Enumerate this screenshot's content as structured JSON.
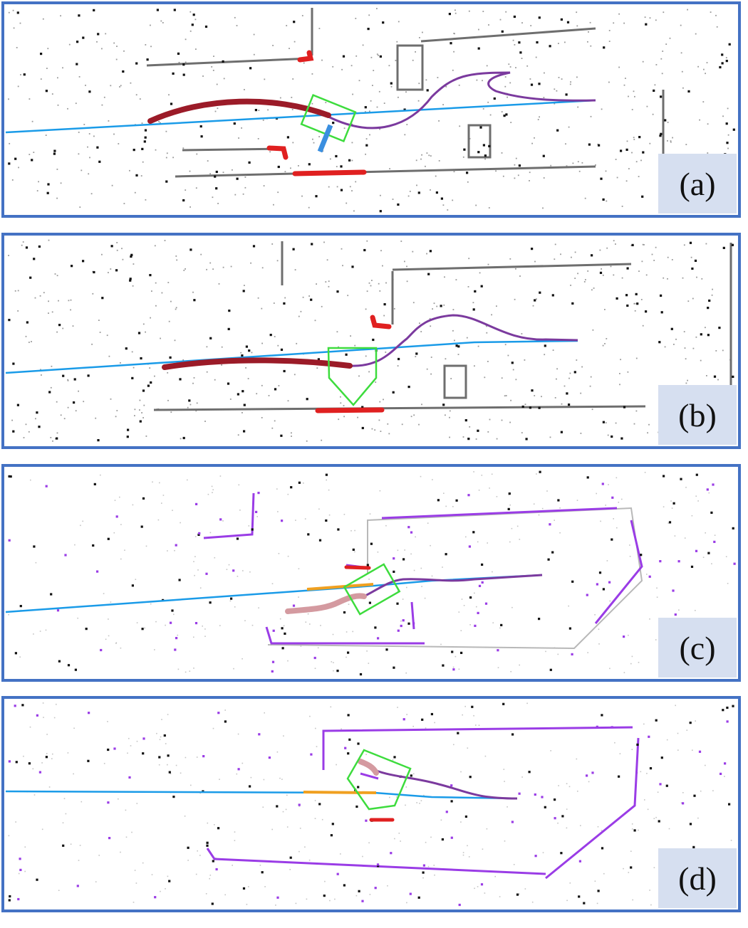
{
  "figure": {
    "panels": [
      {
        "id": "a",
        "label": "(a)"
      },
      {
        "id": "b",
        "label": "(b)"
      },
      {
        "id": "c",
        "label": "(c)"
      },
      {
        "id": "d",
        "label": "(d)"
      }
    ]
  },
  "colors": {
    "frame": "#4472c4",
    "label_bg": "#d6dff0",
    "reference_path": "#1a9be8",
    "planned_path": "#7b3a9e",
    "history_dark_red": "#9b1b28",
    "history_faded": "#d49aa0",
    "vehicle_box": "#3ddc3d",
    "highlight_orange": "#f0a020",
    "obstacle_red": "#e02020",
    "map_points": "#8a8a8a",
    "scan_points": "#000000",
    "purple_points": "#9a3ce6"
  }
}
